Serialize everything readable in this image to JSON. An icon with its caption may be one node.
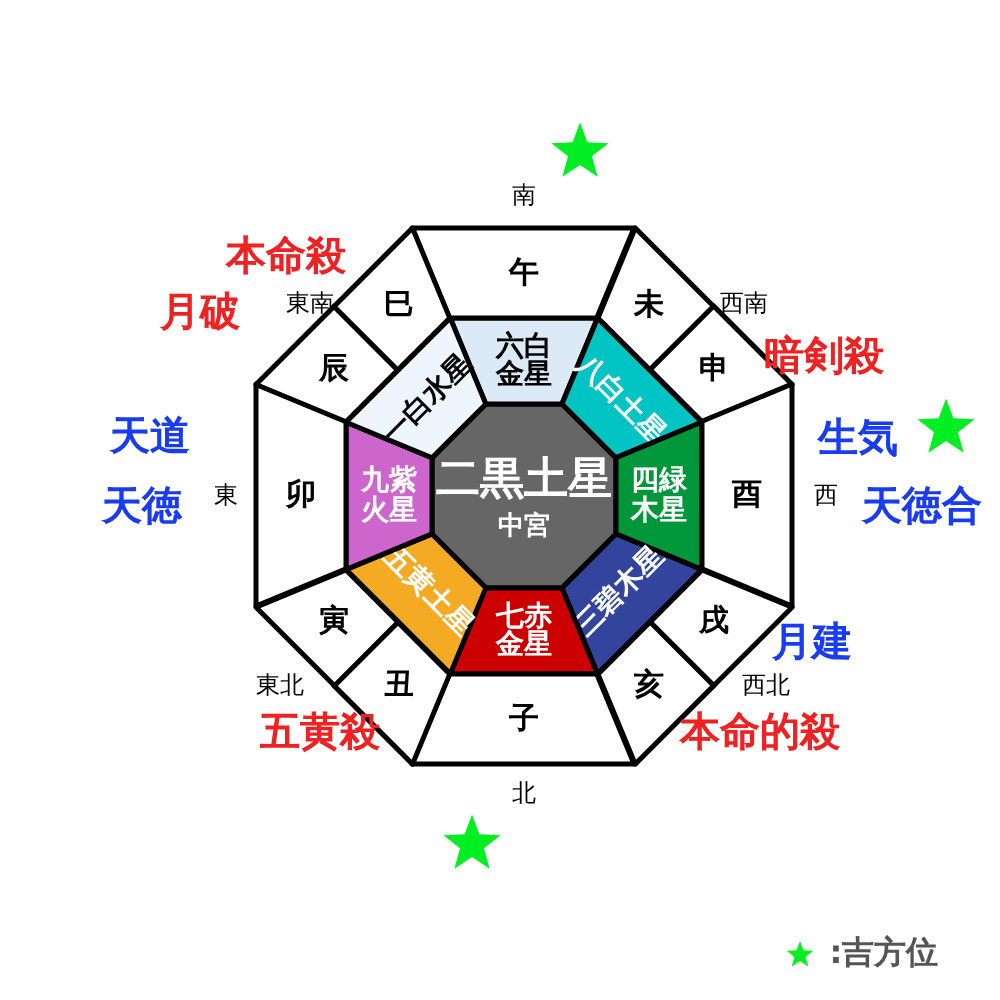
{
  "diagram": {
    "nodes": [
      {
        "text": [
          "二黒土星",
          "中宮"
        ]
      },
      {
        "text": [
          "六白金星"
        ]
      },
      {
        "text": [
          "八白土星"
        ]
      },
      {
        "text": [
          "四緑木星"
        ]
      },
      {
        "text": [
          "三碧木星"
        ]
      },
      {
        "text": [
          "七赤金星"
        ]
      },
      {
        "text": [
          "五黄土星"
        ]
      },
      {
        "text": [
          "九紫火星"
        ]
      },
      {
        "text": [
          "一白水星"
        ]
      },
      {
        "text": [
          "午"
        ]
      },
      {
        "text": [
          "未"
        ]
      },
      {
        "text": [
          "申"
        ]
      },
      {
        "text": [
          "酉"
        ]
      },
      {
        "text": [
          "戌"
        ]
      },
      {
        "text": [
          "亥"
        ]
      },
      {
        "text": [
          "子"
        ]
      },
      {
        "text": [
          "丑"
        ]
      },
      {
        "text": [
          "寅"
        ]
      },
      {
        "text": [
          "卯"
        ]
      },
      {
        "text": [
          "辰"
        ]
      },
      {
        "text": [
          "巳"
        ]
      }
    ],
    "edges": [],
    "labels": [
      "南",
      "本命殺",
      "東南",
      "西南",
      "月破",
      "暗剣殺",
      "天道",
      "生気",
      "東",
      "天徳",
      "西",
      "天徳合",
      "月建",
      "東北",
      "西北",
      "五黄殺",
      "本命的殺",
      "北"
    ],
    "legend": [
      {
        "text": ":吉方位"
      }
    ]
  }
}
